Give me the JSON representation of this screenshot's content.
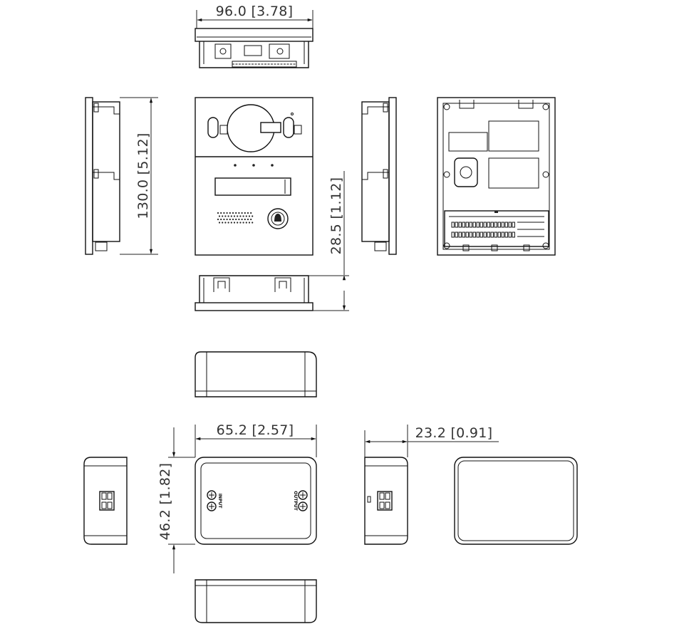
{
  "dimensions": {
    "unit_width_top": "96.0 [3.78]",
    "unit_height": "130.0 [5.12]",
    "unit_depth": "28.5 [1.12]",
    "module_width": "65.2 [2.57]",
    "module_height": "46.2 [1.82]",
    "module_depth": "23.2 [0.91]"
  },
  "module_labels": {
    "input": "INPUT",
    "output": "OUTPUT"
  }
}
